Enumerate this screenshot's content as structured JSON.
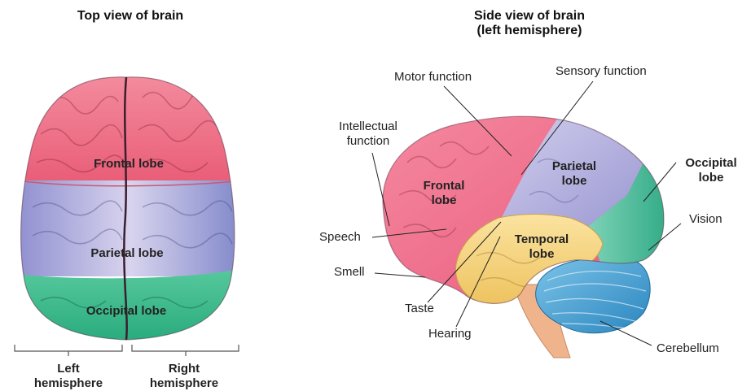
{
  "top_view": {
    "title": "Top view of brain",
    "lobes": {
      "frontal": "Frontal lobe",
      "parietal": "Parietal lobe",
      "occipital": "Occipital lobe"
    },
    "hemispheres": {
      "left": "Left\nhemisphere",
      "right": "Right\nhemisphere"
    }
  },
  "side_view": {
    "title": "Side view of brain\n(left hemisphere)",
    "lobes": {
      "frontal": "Frontal\nlobe",
      "parietal": "Parietal\nlobe",
      "temporal": "Temporal\nlobe",
      "occipital": "Occipital\nlobe"
    },
    "labels": {
      "motor": "Motor function",
      "sensory": "Sensory function",
      "intellectual": "Intellectual\nfunction",
      "speech": "Speech",
      "smell": "Smell",
      "taste": "Taste",
      "hearing": "Hearing",
      "vision": "Vision",
      "cerebellum": "Cerebellum"
    }
  },
  "colors": {
    "frontal": "#ee6f86",
    "parietal": "#a9a7d8",
    "temporal": "#f5d27a",
    "occipital": "#3dbb92",
    "cerebellum": "#4aa3d4",
    "brainstem": "#f0b48c"
  }
}
